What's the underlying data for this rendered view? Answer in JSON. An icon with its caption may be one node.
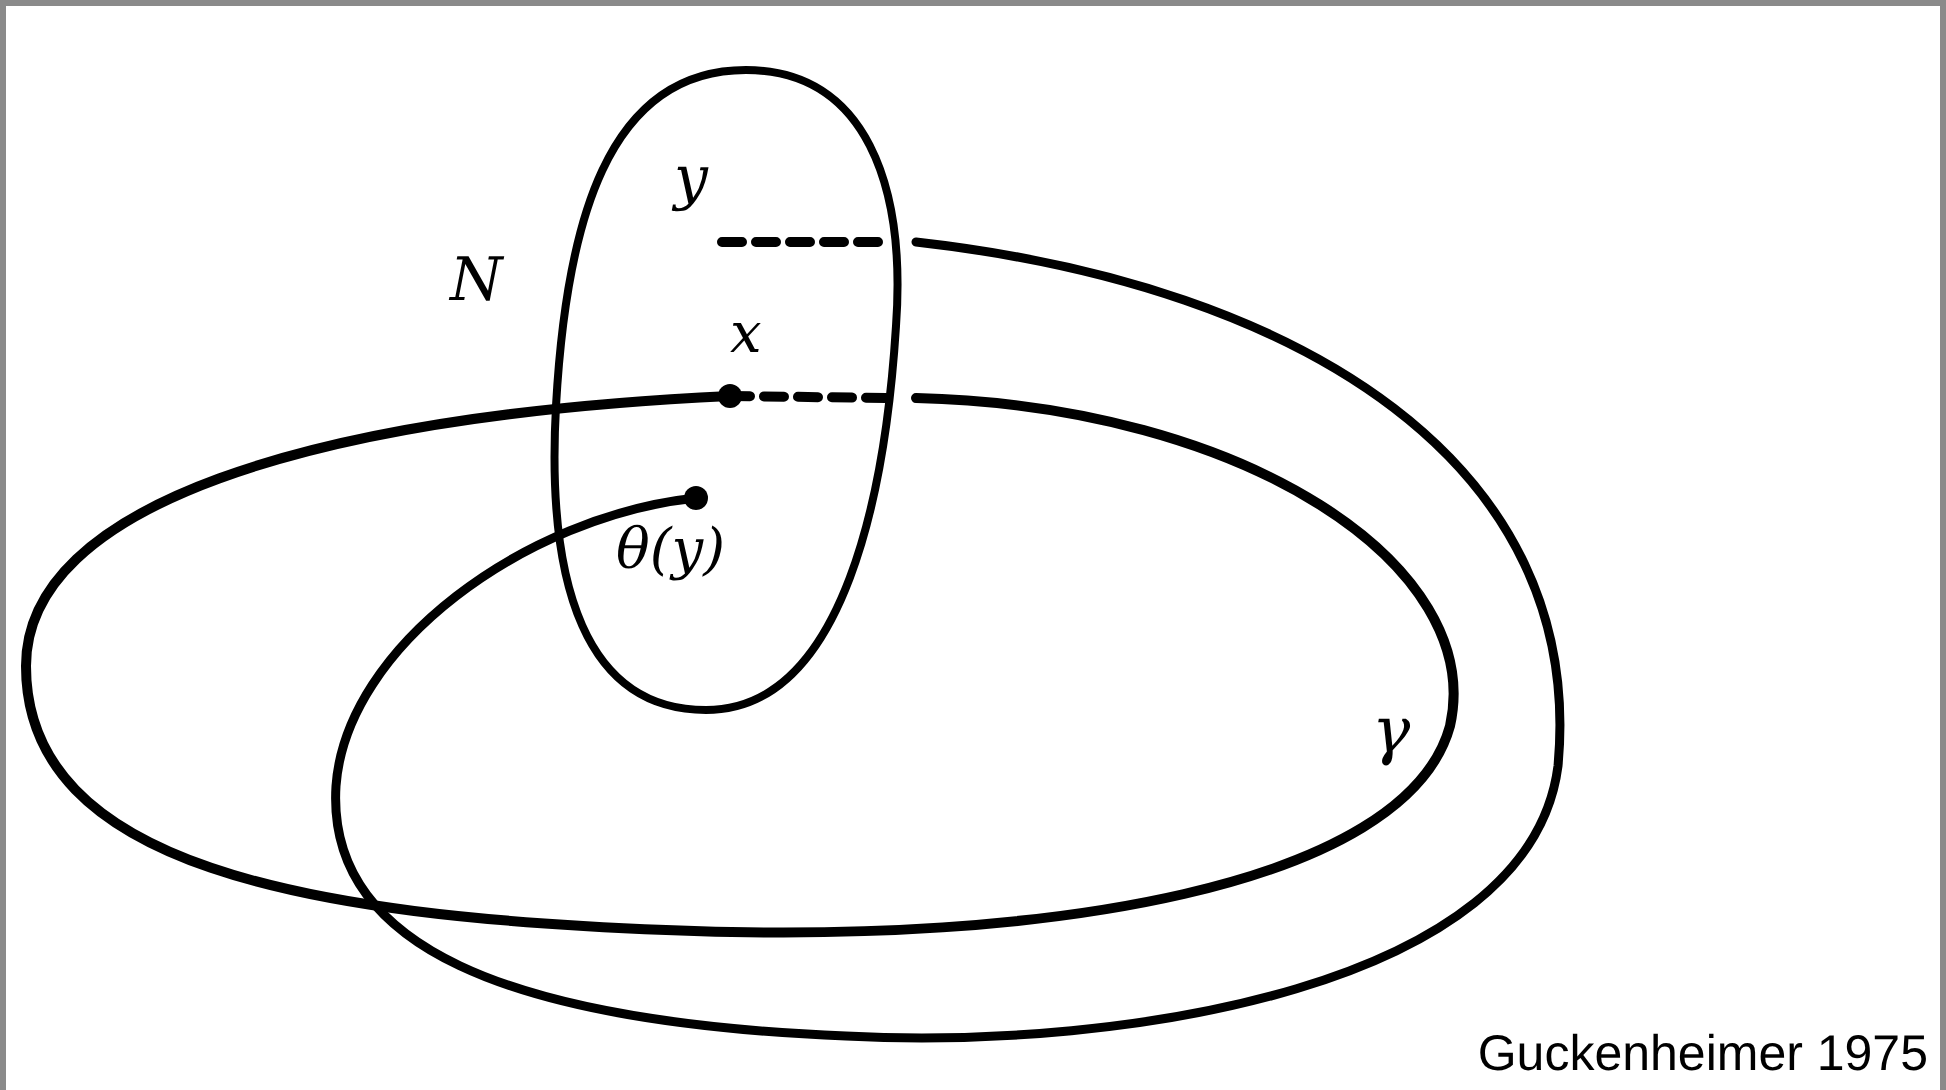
{
  "diagram": {
    "caption": "Guckenheimer 1975",
    "nodes": [
      {
        "text": [
          "N"
        ]
      }
    ],
    "labels": [
      "y",
      "x",
      "θ(y)",
      "γ"
    ]
  }
}
